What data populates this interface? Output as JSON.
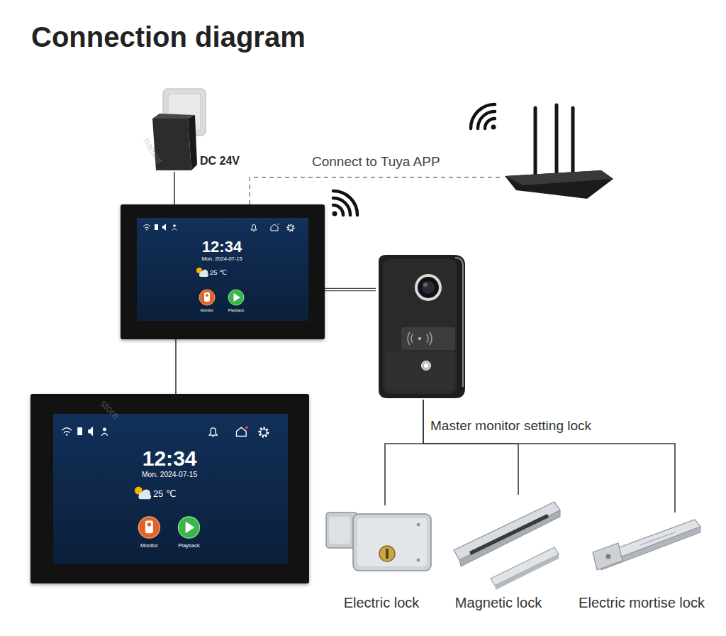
{
  "diagram": {
    "title": "Connection diagram",
    "nodes": [
      {
        "text": [
          "DC 24V"
        ]
      },
      {
        "text": []
      },
      {
        "text": [
          "12:34",
          "Mon. 2024-07-15",
          "25 ℃",
          "Monitor",
          "Playback"
        ]
      },
      {
        "text": []
      },
      {
        "text": [
          "12:34",
          "Mon. 2024-07-15",
          "25 ℃",
          "Monitor",
          "Playback"
        ]
      },
      {
        "text": [
          "Electric lock"
        ]
      },
      {
        "text": [
          "Magnetic lock"
        ]
      },
      {
        "text": [
          "Electric mortise lock"
        ]
      }
    ],
    "edges": [
      {
        "from": 0,
        "to": 2,
        "arrow": "none"
      },
      {
        "from": 2,
        "to": 1,
        "arrow": "none",
        "label": "Connect to Tuya APP"
      },
      {
        "from": 2,
        "to": 3,
        "arrow": "none"
      },
      {
        "from": 2,
        "to": 4,
        "arrow": "none"
      },
      {
        "from": 3,
        "to": 5,
        "arrow": "none"
      },
      {
        "from": 3,
        "to": 6,
        "arrow": "none"
      },
      {
        "from": 3,
        "to": 7,
        "arrow": "none"
      }
    ],
    "labels": [
      "Master monitor setting lock",
      "haoxut",
      "store"
    ]
  }
}
